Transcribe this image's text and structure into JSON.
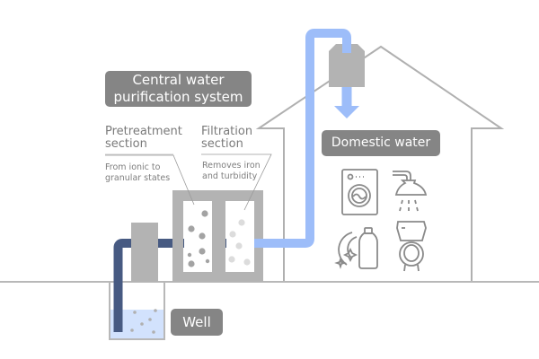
{
  "diagram": {
    "title": "Central water purification system",
    "title_lines": [
      "Central water",
      "purification system"
    ],
    "sections": [
      {
        "id": "pretreatment",
        "title_lines": [
          "Pretreatment",
          "section"
        ],
        "desc_lines": [
          "From ionic to",
          "granular states"
        ]
      },
      {
        "id": "filtration",
        "title_lines": [
          "Filtration",
          "section"
        ],
        "desc_lines": [
          "Removes iron",
          "and turbidity"
        ]
      }
    ],
    "domestic_label": "Domestic water",
    "well_label": "Well",
    "appliances": [
      "washing-machine",
      "shower",
      "dish-detergent",
      "toilet"
    ],
    "colors": {
      "untreated_pipe": "#475a82",
      "treated_pipe": "#9dbdf9",
      "equipment": "#b3b3b3",
      "label_bg": "#858585",
      "outline": "#b0b0b0",
      "icon": "#8a8a8a",
      "well_water": "#d2e2fd"
    }
  }
}
